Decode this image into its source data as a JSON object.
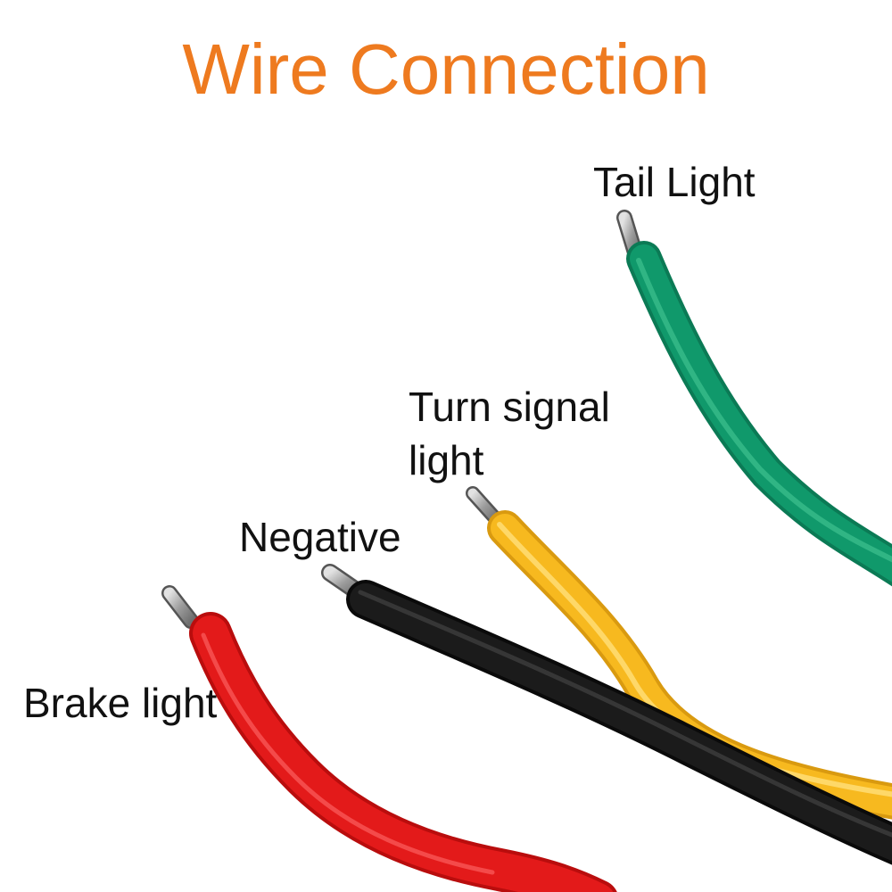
{
  "title": "Wire Connection",
  "colors": {
    "title": "#ee7a1f",
    "tail": "#0f9468",
    "turn": "#f6b61a",
    "negative": "#111111",
    "brake": "#e11818",
    "metal": "#a9a9a9"
  },
  "wires": [
    {
      "id": "tail",
      "label_lines": [
        "Tail Light"
      ]
    },
    {
      "id": "turn",
      "label_lines": [
        "Turn signal",
        "light"
      ]
    },
    {
      "id": "negative",
      "label_lines": [
        "Negative"
      ]
    },
    {
      "id": "brake",
      "label_lines": [
        "Brake light"
      ]
    }
  ]
}
